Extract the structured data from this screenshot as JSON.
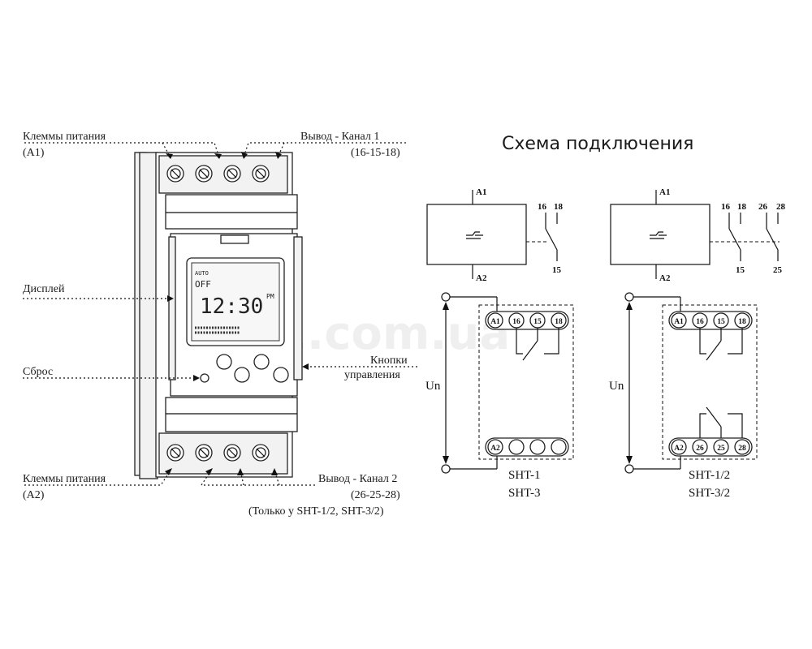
{
  "device": {
    "label_power_top": "Клеммы питания",
    "label_power_top_pin": "(A1)",
    "label_out1": "Вывод - Канал 1",
    "label_out1_pins": "(16-15-18)",
    "label_display": "Дисплей",
    "label_reset": "Сброс",
    "label_buttons_1": "Кнопки",
    "label_buttons_2": "управления",
    "label_power_bottom": "Клеммы питания",
    "label_power_bottom_pin": "(A2)",
    "label_out2": "Вывод - Канал 2",
    "label_out2_pins": "(26-25-28)",
    "label_out2_note": "(Только у SHT-1/2, SHT-3/2)",
    "lcd_small": "AUTO",
    "lcd_mode": "OFF",
    "lcd_time": "12:30",
    "lcd_ampm": "PM"
  },
  "schema": {
    "title": "Схема подключения",
    "watermark": "01.com.ua",
    "left": {
      "pin_a1": "A1",
      "pin_a2": "A2",
      "pin_16": "16",
      "pin_18": "18",
      "pin_15": "15",
      "voltage": "Un",
      "top_terminals": [
        "A1",
        "16",
        "15",
        "18"
      ],
      "bottom_terminals": [
        "A2",
        "",
        "",
        ""
      ],
      "model_1": "SHT-1",
      "model_2": "SHT-3"
    },
    "right": {
      "pin_a1": "A1",
      "pin_a2": "A2",
      "pin_16": "16",
      "pin_18": "18",
      "pin_15": "15",
      "pin_26": "26",
      "pin_28": "28",
      "pin_25": "25",
      "voltage": "Un",
      "top_terminals": [
        "A1",
        "16",
        "15",
        "18"
      ],
      "bottom_terminals": [
        "A2",
        "26",
        "25",
        "28"
      ],
      "model_1": "SHT-1/2",
      "model_2": "SHT-3/2"
    }
  }
}
